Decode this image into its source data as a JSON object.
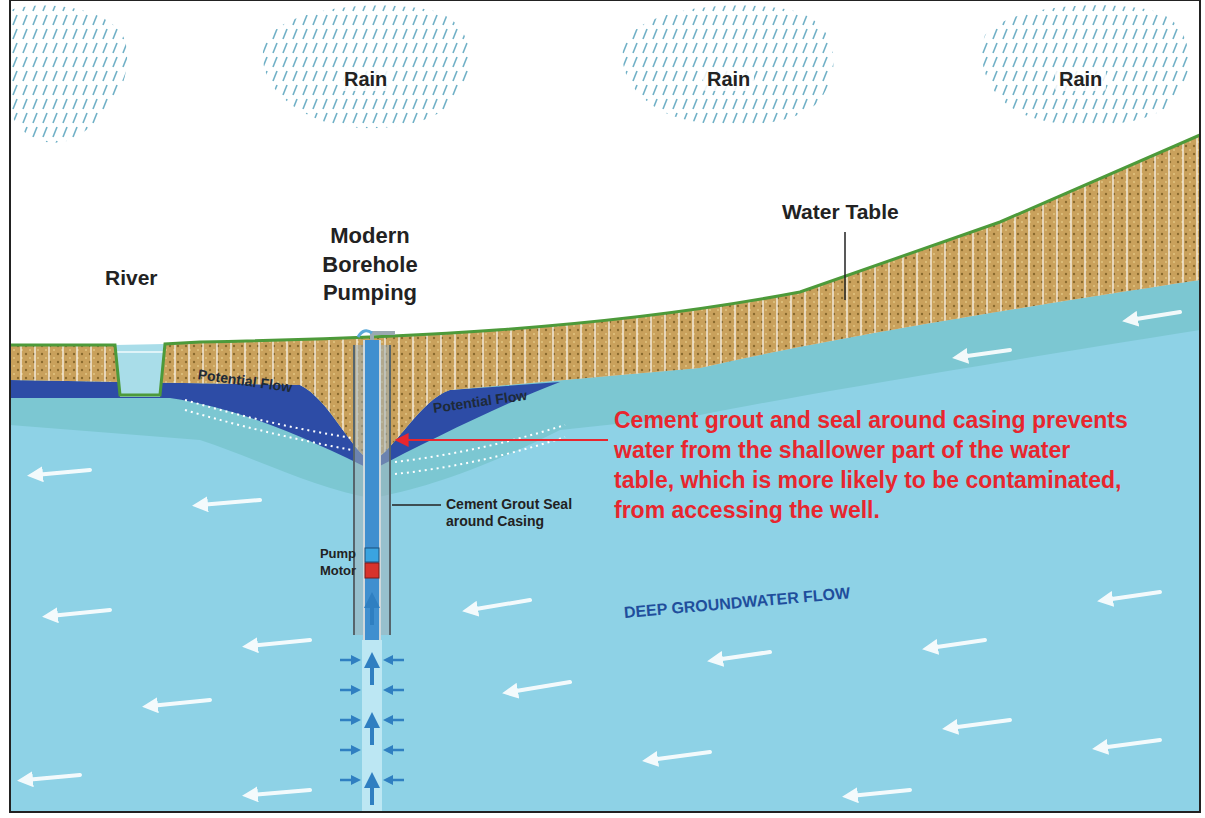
{
  "diagram": {
    "labels": [
      "Rain",
      "Rain",
      "Rain",
      "Water Table",
      "Modern Borehole Pumping",
      "River",
      "Potential Flow",
      "Potential Flow",
      "Cement grout and seal around casing prevents water from the shallower part of the water table, which is more likely to be contaminated, from accessing the well.",
      "Cement Grout Seal around Casing",
      "Pump",
      "Motor",
      "DEEP GROUNDWATER FLOW"
    ]
  }
}
